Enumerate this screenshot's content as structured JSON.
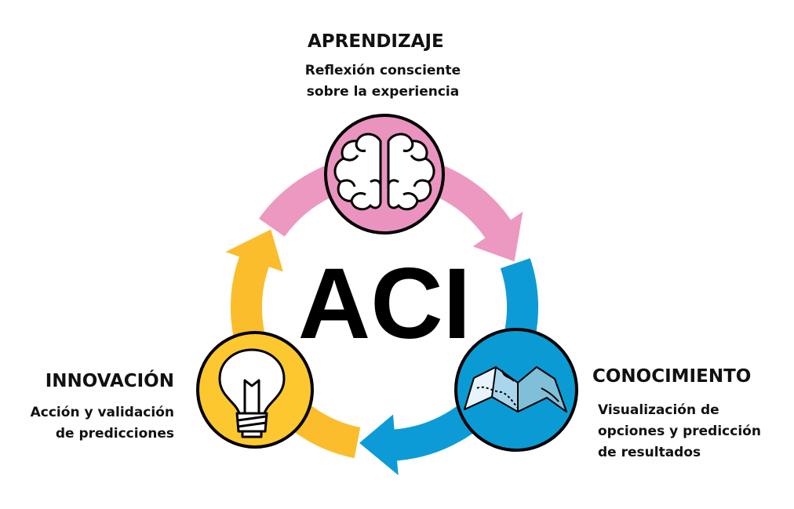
{
  "center_label": "ACI",
  "stages": {
    "aprendizaje": {
      "title": "APRENDIZAJE",
      "desc_lines": [
        "Reflexión consciente",
        "sobre la experiencia"
      ],
      "icon": "brain-icon",
      "color": "#ec98c0"
    },
    "conocimiento": {
      "title": "CONOCIMIENTO",
      "desc_lines": [
        "Visualización de",
        "opciones y predicción",
        "de resultados"
      ],
      "icon": "map-icon",
      "color": "#0d9bd7"
    },
    "innovacion": {
      "title": "INNOVACIÓN",
      "desc_lines": [
        "Acción y validación",
        "de predicciones"
      ],
      "icon": "lightbulb-icon",
      "color": "#fdc52c"
    }
  }
}
